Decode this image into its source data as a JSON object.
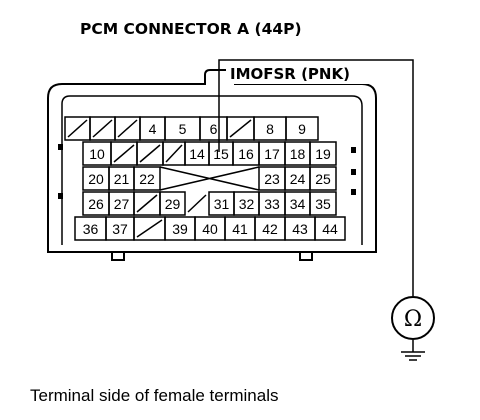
{
  "title": "PCM CONNECTOR A (44P)",
  "probe_label": "IMOFSR (PNK)",
  "caption": "Terminal side of female terminals",
  "meter_symbol": "Ω",
  "ground_icon": "ground-icon",
  "terminals": {
    "row1": [
      "",
      "",
      "",
      "4",
      "5",
      "6",
      "",
      "8",
      "9"
    ],
    "row2": [
      "10",
      "",
      "",
      "",
      "14",
      "15",
      "16",
      "17",
      "18",
      "19"
    ],
    "row3": [
      "20",
      "21",
      "22",
      "",
      "",
      "",
      "",
      "23",
      "24",
      "25"
    ],
    "row4": [
      "26",
      "27",
      "",
      "29",
      "",
      "31",
      "32",
      "33",
      "34",
      "35"
    ],
    "row5": [
      "36",
      "37",
      "",
      "39",
      "40",
      "41",
      "42",
      "43",
      "44"
    ]
  },
  "probed_terminal": "15"
}
